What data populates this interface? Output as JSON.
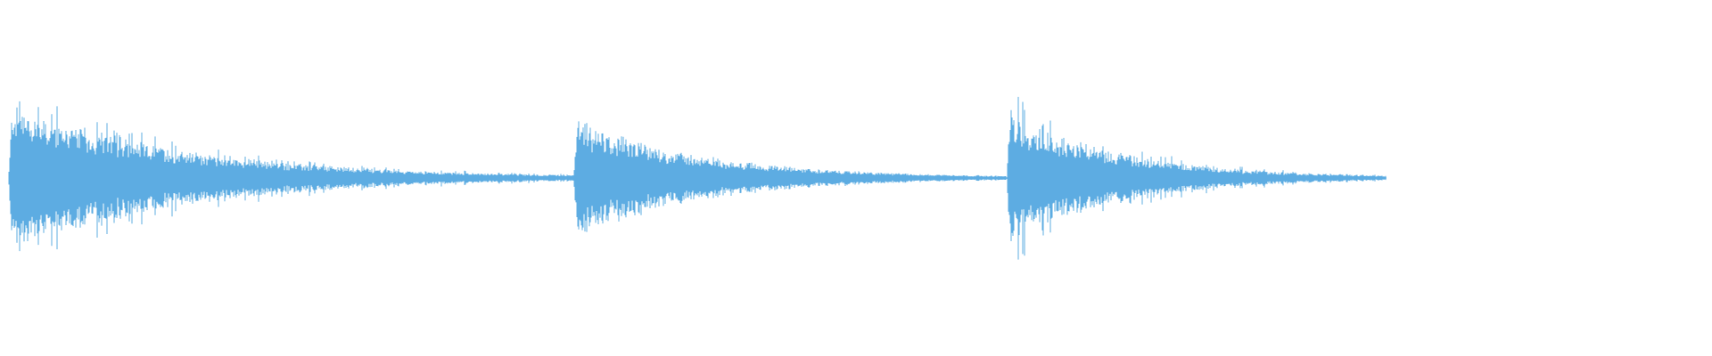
{
  "waveform": {
    "color": "#5DACE2",
    "background": "#FFFFFF",
    "duration_fraction_with_audio": 0.81,
    "bursts": [
      {
        "start": 0.005,
        "attack_peak": 0.92,
        "decay_end": 0.33,
        "spiky": true
      },
      {
        "start": 0.335,
        "attack_peak": 0.72,
        "decay_end": 0.58,
        "spiky": false
      },
      {
        "start": 0.588,
        "attack_peak": 0.82,
        "decay_end": 0.8,
        "spiky": true
      }
    ]
  }
}
